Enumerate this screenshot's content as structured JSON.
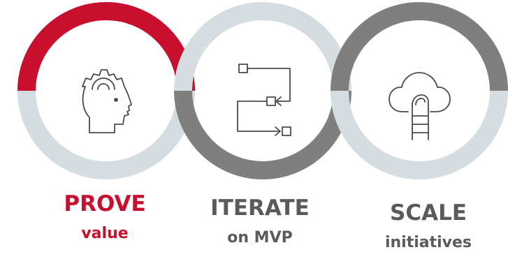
{
  "colors": {
    "accent": "#c8102e",
    "ring_dark": "#7f7f7f",
    "ring_light": "#d5dde1",
    "icon": "#4a4a4a",
    "text_dark": "#5a5a5a"
  },
  "steps": [
    {
      "title": "PROVE",
      "subtitle": "value",
      "icon": "head-gear-icon",
      "title_color": "#c8102e"
    },
    {
      "title": "ITERATE",
      "subtitle": "on MVP",
      "icon": "process-flow-icon",
      "title_color": "#5a5a5a"
    },
    {
      "title": "SCALE",
      "subtitle": "initiatives",
      "icon": "cloud-ladder-icon",
      "title_color": "#5a5a5a"
    }
  ]
}
